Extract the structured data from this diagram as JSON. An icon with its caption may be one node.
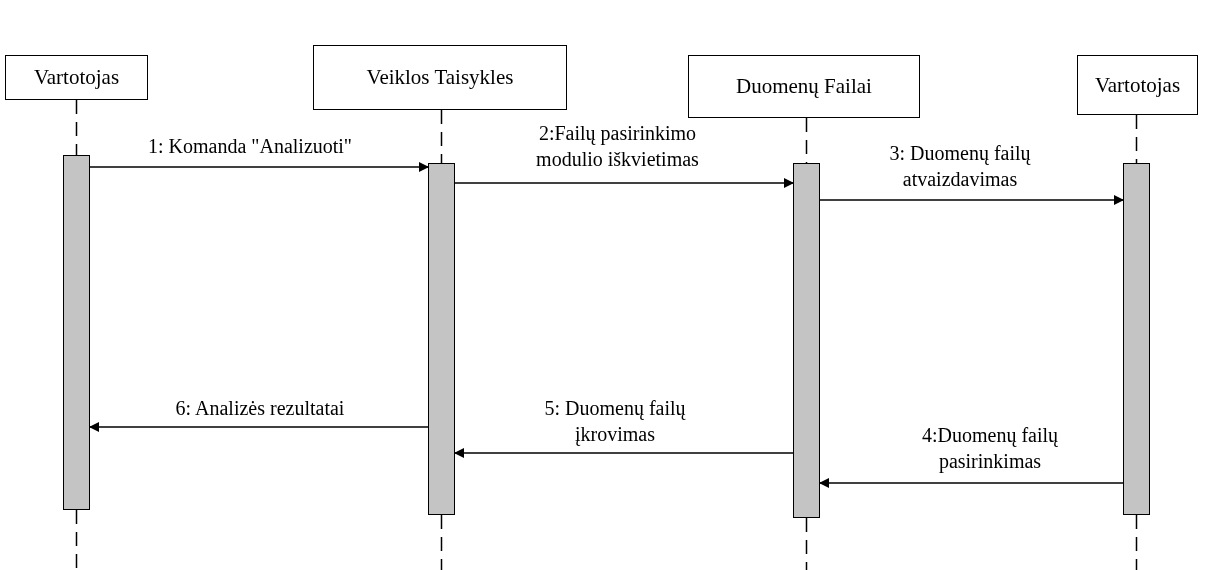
{
  "diagram": {
    "nodes": [
      {
        "text": [
          "Vartotojas"
        ]
      },
      {
        "text": [
          "Veiklos Taisykles"
        ]
      },
      {
        "text": [
          "Duomenų Failai"
        ]
      },
      {
        "text": [
          "Vartotojas"
        ]
      },
      {
        "text": [],
        "shape": "bar"
      },
      {
        "text": [],
        "shape": "bar"
      },
      {
        "text": [],
        "shape": "bar"
      },
      {
        "text": [],
        "shape": "bar"
      }
    ],
    "edges": [
      {
        "from": 4,
        "to": 5,
        "arrow": "to",
        "label": "1: Komanda \"Analizuoti\""
      },
      {
        "from": 5,
        "to": 6,
        "arrow": "to",
        "label": "2:Failų pasirinkimo modulio iškvietimas"
      },
      {
        "from": 6,
        "to": 7,
        "arrow": "to",
        "label": "3: Duomenų failų atvaizdavimas"
      },
      {
        "from": 7,
        "to": 6,
        "arrow": "to",
        "label": "4:Duomenų failų pasirinkimas"
      },
      {
        "from": 6,
        "to": 5,
        "arrow": "to",
        "label": "5: Duomenų failų įkrovimas"
      },
      {
        "from": 5,
        "to": 4,
        "arrow": "to",
        "label": "6: Analizės rezultatai"
      },
      {
        "from": 0,
        "to": 4,
        "arrow": "none",
        "style": "dashed"
      },
      {
        "from": 1,
        "to": 5,
        "arrow": "none",
        "style": "dashed"
      },
      {
        "from": 2,
        "to": 6,
        "arrow": "none",
        "style": "dashed"
      },
      {
        "from": 3,
        "to": 7,
        "arrow": "none",
        "style": "dashed"
      },
      {
        "from": 4,
        "to": null,
        "arrow": "none",
        "style": "dashed"
      },
      {
        "from": 5,
        "to": null,
        "arrow": "none",
        "style": "dashed"
      },
      {
        "from": 6,
        "to": null,
        "arrow": "none",
        "style": "dashed"
      },
      {
        "from": 7,
        "to": null,
        "arrow": "none",
        "style": "dashed"
      }
    ]
  }
}
